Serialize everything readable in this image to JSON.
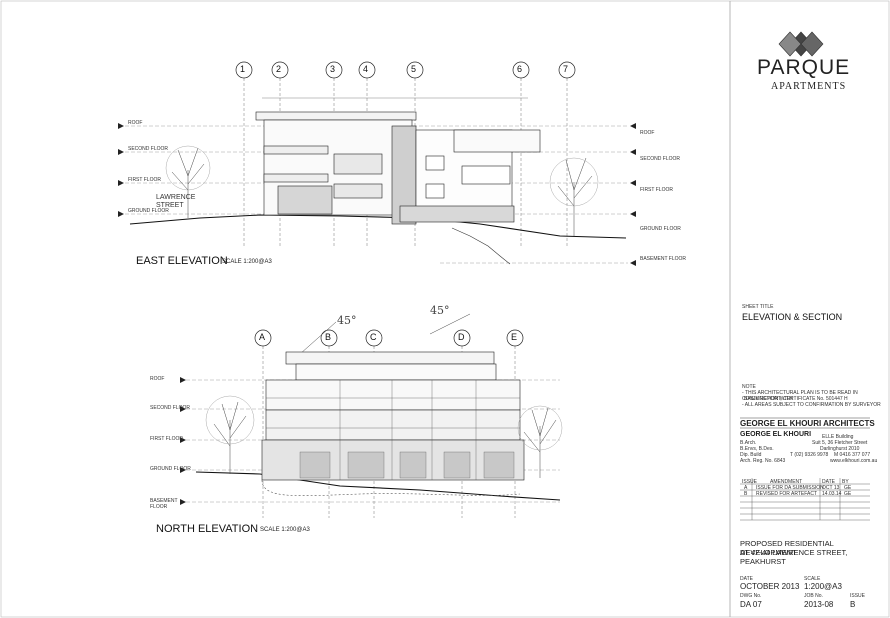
{
  "brand": {
    "name": "PARQUE",
    "sub": "APARTMENTS"
  },
  "east_elevation": {
    "title": "EAST ELEVATION",
    "scale": "SCALE 1:200@A3",
    "street_label": "LAWRENCE STREET",
    "grid_labels": [
      "1",
      "2",
      "3",
      "4",
      "5",
      "6",
      "7"
    ],
    "level_labels_left": [
      "ROOF",
      "SECOND FLOOR",
      "FIRST FLOOR",
      "GROUND FLOOR"
    ],
    "level_labels_right": [
      "ROOF",
      "SECOND FLOOR",
      "FIRST FLOOR",
      "GROUND FLOOR",
      "BASEMENT FLOOR"
    ]
  },
  "north_elevation": {
    "title": "NORTH ELEVATION",
    "scale": "SCALE 1:200@A3",
    "grid_labels": [
      "A",
      "B",
      "C",
      "D",
      "E"
    ],
    "angle_labels": [
      "45°",
      "45°"
    ],
    "level_labels_left": [
      "ROOF",
      "SECOND FLOOR",
      "FIRST FLOOR",
      "GROUND FLOOR",
      "BASEMENT FLOOR"
    ]
  },
  "sheet": {
    "title_label": "SHEET TITLE",
    "title": "ELEVATION & SECTION",
    "notes_label": "NOTE",
    "notes": [
      "- THIS ARCHITECTURAL PLAN IS TO BE READ IN CONJUNCTION WITH",
      "BASIX REPORT, CERTIFICATE No. 501447 H",
      "- ALL AREAS SUBJECT TO CONFIRMATION BY SURVEYOR"
    ],
    "firm": "GEORGE EL KHOURI ARCHITECTS",
    "architect": "GEORGE EL KHOURI",
    "architect_quals": [
      "B.Arch.",
      "B.Envs, B.Des.",
      "Dip. Build",
      "Arch. Reg. No. 6843"
    ],
    "address": [
      "ELLE Building",
      "Suit 5, 36 Fletcher Street",
      "Darlinghurst 2010"
    ],
    "phone": "T (02) 9326 9978",
    "mobile": "M 0416 377 077",
    "web": "www.elkhouri.com.au",
    "revision_headers": [
      "ISSUE",
      "AMENDMENT",
      "DATE",
      "BY"
    ],
    "revisions": [
      [
        "A",
        "ISSUE FOR DA SUBMISSION",
        "OCT 13",
        "GE"
      ],
      [
        "B",
        "REVISED FOR ARTEFACT",
        "14.03.14",
        "GE"
      ]
    ],
    "project": [
      "PROPOSED RESIDENTIAL DEVELOPMENT",
      "AT 42-44 LAWRENCE STREET,",
      "PEAKHURST"
    ],
    "date_label": "DATE",
    "date": "OCTOBER 2013",
    "scale_label": "SCALE",
    "scale": "1:200@A3",
    "dwg_label": "DWG No.",
    "dwg": "DA 07",
    "job_label": "JOB No.",
    "job": "2013-08",
    "issue_label": "ISSUE",
    "issue": "B"
  }
}
